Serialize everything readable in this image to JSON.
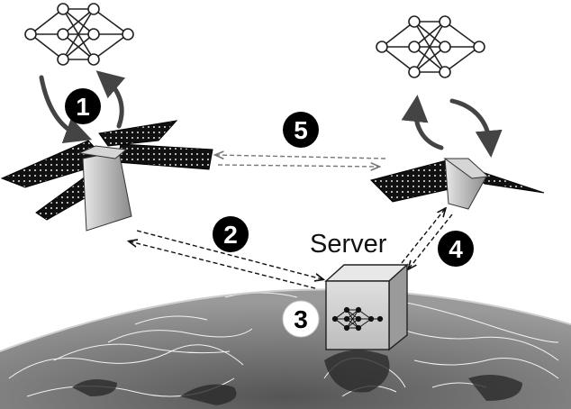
{
  "server": {
    "label": "Server"
  },
  "steps": [
    {
      "label": "1",
      "fill": "#000000",
      "text_color": "#ffffff"
    },
    {
      "label": "2",
      "fill": "#000000",
      "text_color": "#ffffff"
    },
    {
      "label": "3",
      "fill": "#ffffff",
      "text_color": "#000000"
    },
    {
      "label": "4",
      "fill": "#000000",
      "text_color": "#ffffff"
    },
    {
      "label": "5",
      "fill": "#000000",
      "text_color": "#ffffff"
    }
  ],
  "icons": {
    "satellite_left": "satellite-icon",
    "satellite_right": "satellite-icon",
    "network_left": "neural-network-icon",
    "network_right": "neural-network-icon",
    "server": "server-cube-icon",
    "earth": "earth-globe-icon"
  },
  "colors": {
    "solar_panel": "#111111",
    "satellite_body": "#b5b5b5",
    "arrow_solid": "#444444",
    "earth_dark": "#2a2a2a",
    "earth_light": "#f2f2f2"
  }
}
